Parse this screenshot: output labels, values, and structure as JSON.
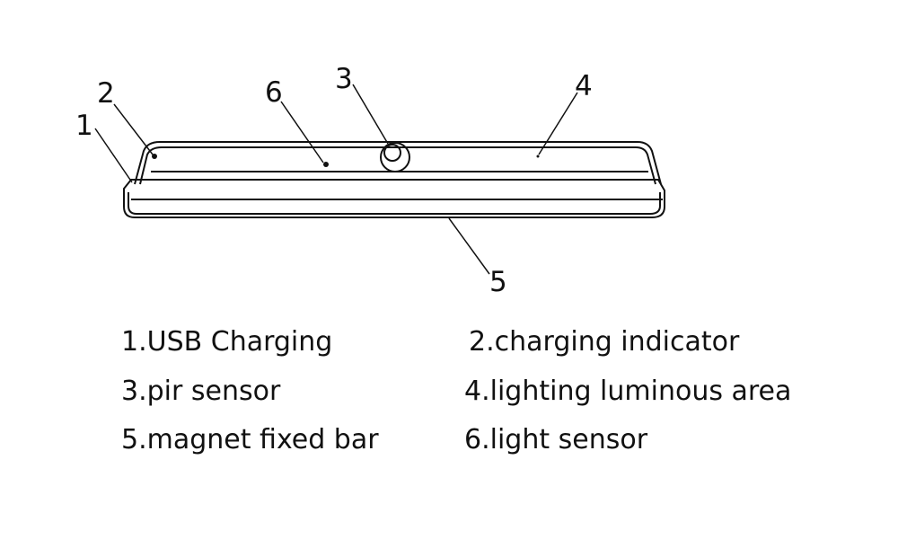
{
  "callouts": [
    "1",
    "2",
    "3",
    "4",
    "5",
    "6"
  ],
  "legend": [
    "1.USB Charging",
    "2.charging indicator",
    "3.pir sensor",
    "4.lighting luminous area",
    "5.magnet fixed bar",
    "6.light sensor"
  ],
  "colors": {
    "line": "#111111",
    "background": "#ffffff"
  }
}
